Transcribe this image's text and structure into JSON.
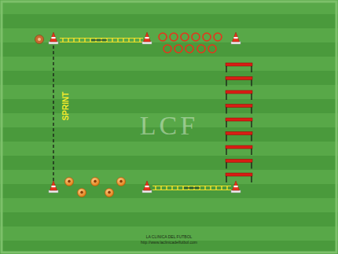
{
  "diagram": {
    "labels": [
      "SPRINT",
      "LCF",
      "LA CLINICA DEL FUTBOL",
      "http://www.laclinicadelfutbol.com"
    ]
  }
}
